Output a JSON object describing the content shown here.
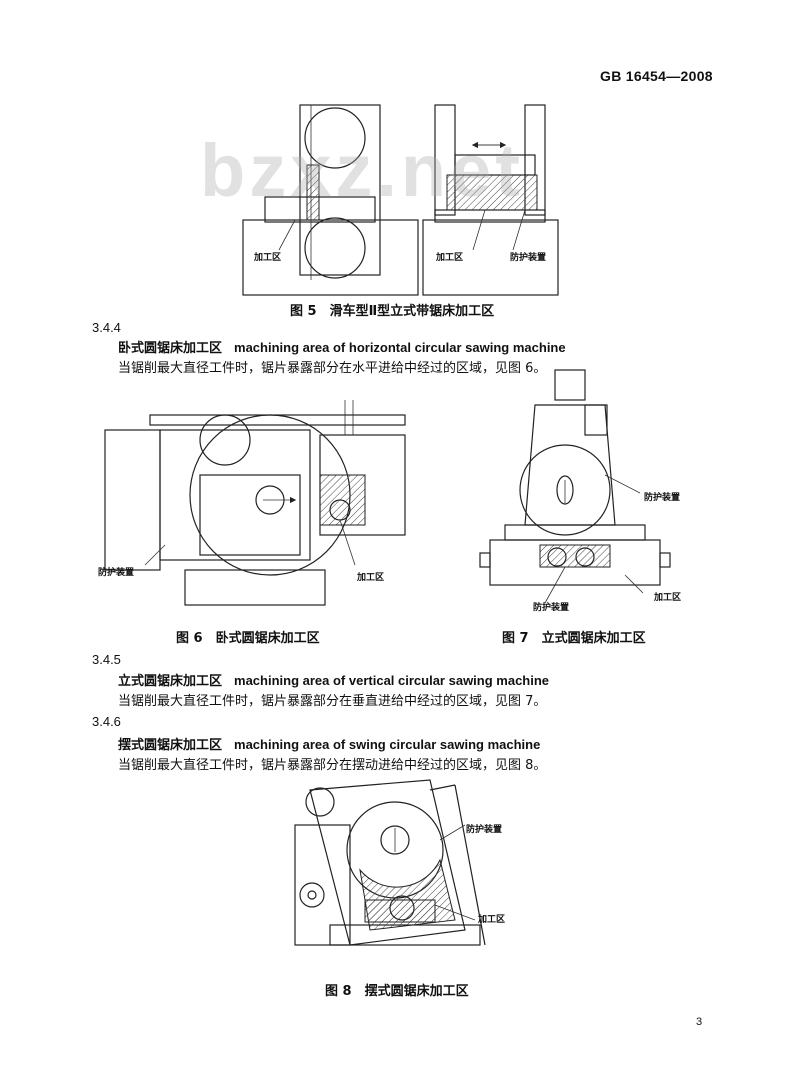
{
  "header": {
    "standard_code": "GB 16454—2008"
  },
  "watermark": "bzxz.net",
  "figure5": {
    "caption": "图 5　滑车型Ⅱ型立式带锯床加工区",
    "labels": {
      "machining_area_left": "加工区",
      "machining_area_right": "加工区",
      "guard": "防护装置"
    }
  },
  "section_344": {
    "number": "3.4.4",
    "term_zh": "卧式圆锯床加工区",
    "term_en": "machining area of horizontal circular sawing machine",
    "definition": "当锯削最大直径工件时，锯片暴露部分在水平进给中经过的区域，见图 6。"
  },
  "figure6": {
    "caption": "图 6　卧式圆锯床加工区",
    "labels": {
      "guard": "防护装置",
      "machining_area": "加工区"
    }
  },
  "figure7": {
    "caption": "图 7　立式圆锯床加工区",
    "labels": {
      "guard_top": "防护装置",
      "guard_bottom": "防护装置",
      "machining_area": "加工区"
    }
  },
  "section_345": {
    "number": "3.4.5",
    "term_zh": "立式圆锯床加工区",
    "term_en": "machining area of vertical circular sawing machine",
    "definition": "当锯削最大直径工件时，锯片暴露部分在垂直进给中经过的区域，见图 7。"
  },
  "section_346": {
    "number": "3.4.6",
    "term_zh": "摆式圆锯床加工区",
    "term_en": "machining area of swing circular sawing machine",
    "definition": "当锯削最大直径工件时，锯片暴露部分在摆动进给中经过的区域，见图 8。"
  },
  "figure8": {
    "caption": "图 8　摆式圆锯床加工区",
    "labels": {
      "guard": "防护装置",
      "machining_area": "加工区"
    }
  },
  "footer": {
    "page_number": "3"
  }
}
